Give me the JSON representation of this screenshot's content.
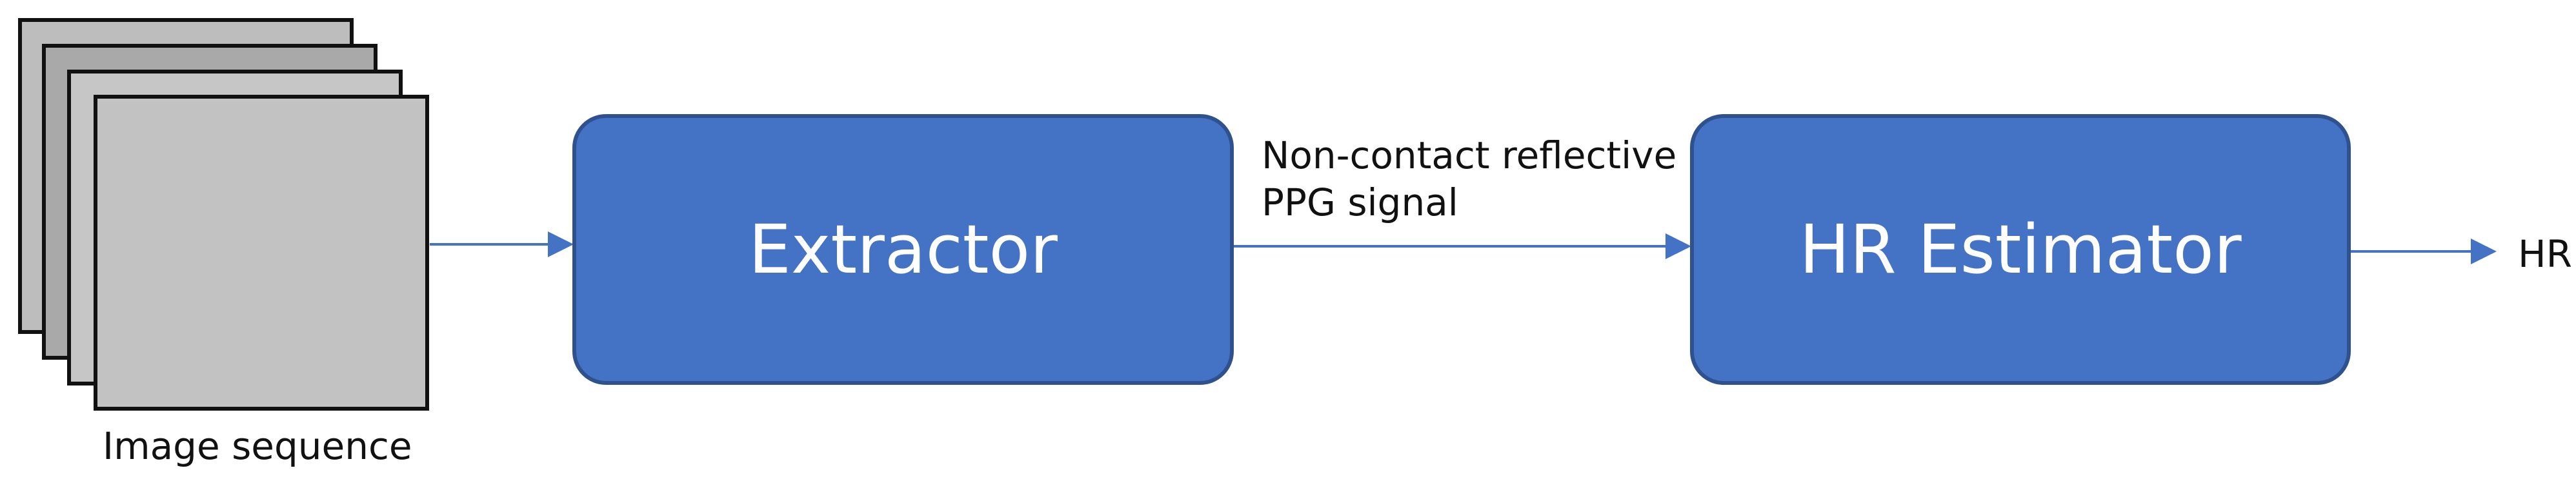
{
  "diagram": {
    "input": {
      "label": "Image sequence"
    },
    "blocks": [
      {
        "id": "extractor",
        "label": "Extractor"
      },
      {
        "id": "estimator",
        "label": "HR Estimator"
      }
    ],
    "connections": [
      {
        "from": "image-sequence",
        "to": "extractor",
        "label": ""
      },
      {
        "from": "extractor",
        "to": "estimator",
        "label_line1": "Non-contact reflective",
        "label_line2": "PPG signal"
      },
      {
        "from": "estimator",
        "to": "output",
        "label": "HR"
      }
    ]
  },
  "colors": {
    "block_fill": "#4472c4",
    "block_border": "#2f528f",
    "arrow": "#4472c4",
    "frame_border": "#111111"
  }
}
